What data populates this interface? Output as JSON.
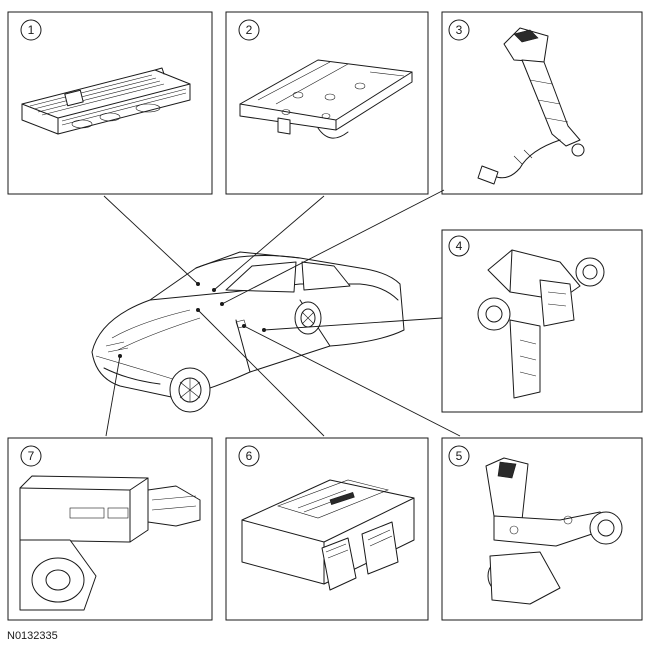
{
  "figure_code": "N0132335",
  "callouts": [
    {
      "number": "1"
    },
    {
      "number": "2"
    },
    {
      "number": "3"
    },
    {
      "number": "4"
    },
    {
      "number": "5"
    },
    {
      "number": "6"
    },
    {
      "number": "7"
    }
  ]
}
